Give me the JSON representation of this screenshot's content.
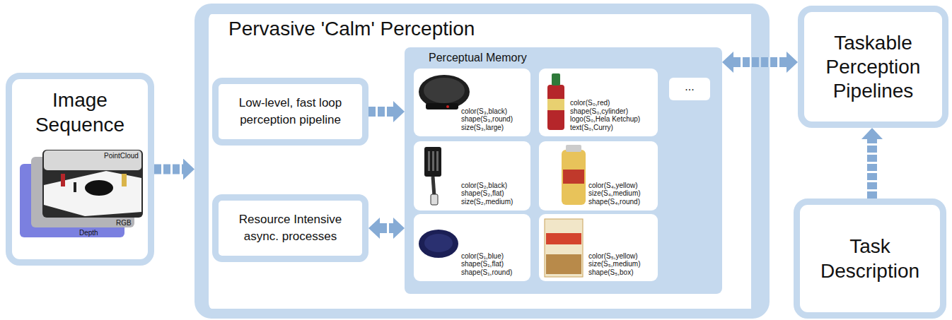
{
  "diagram": {
    "nodes": [
      {
        "text": [
          "Image Sequence"
        ]
      },
      {
        "text": [
          "Pervasive 'Calm' Perception"
        ]
      },
      {
        "text": [
          "Low-level, fast loop perception pipeline"
        ],
        "in": 1
      },
      {
        "text": [
          "Resource Intensive async. processes"
        ],
        "in": 1
      },
      {
        "text": [
          "Perceptual Memory"
        ],
        "in": 1
      },
      {
        "text": [
          "color(S₃,black) shape(S₃,round) size(S₃,large)"
        ],
        "in": 4
      },
      {
        "text": [
          "color(S₀,red) shape(S₀,cylinder) logo(S₀,Hela Ketchup) text(S₀,Curry)"
        ],
        "in": 4
      },
      {
        "text": [
          "..."
        ],
        "in": 4
      },
      {
        "text": [
          "color(S₂,black) shape(S₂,flat) size(S₂,medium)"
        ],
        "in": 4
      },
      {
        "text": [
          "color(S₄,yellow) size(S₄,medium) shape(S₄,round)"
        ],
        "in": 4
      },
      {
        "text": [
          "color(S₁,blue) shape(S₁,flat) shape(S₁,round)"
        ],
        "in": 4
      },
      {
        "text": [
          "color(S₅,yellow) size(S₅,medium) shape(S₅,box)"
        ],
        "in": 4
      },
      {
        "text": [
          "Taskable Perception Pipelines"
        ]
      },
      {
        "text": [
          "Task Description"
        ]
      }
    ],
    "edges": [
      {
        "from": 0,
        "to": 1,
        "arrow": "to"
      },
      {
        "from": 2,
        "to": 4,
        "arrow": "to"
      },
      {
        "from": 3,
        "to": 4,
        "arrow": "both"
      },
      {
        "from": 4,
        "to": 12,
        "arrow": "both"
      },
      {
        "from": 13,
        "to": 12,
        "arrow": "to"
      }
    ],
    "labels": [
      "PointCloud",
      "RGB",
      "Depth"
    ]
  }
}
